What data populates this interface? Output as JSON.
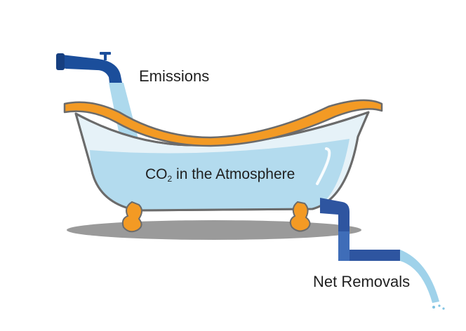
{
  "labels": {
    "emissions": "Emissions",
    "removals": "Net Removals",
    "co2_main": "CO",
    "co2_sub": "2",
    "co2_rest": " in the Atmosphere"
  },
  "icons": {
    "faucet": "faucet-icon",
    "bathtub": "bathtub-icon",
    "drain_pipe": "drain-pipe-icon"
  },
  "colors": {
    "faucet": "#1b4e9b",
    "tub_rim": "#f39a24",
    "tub_body": "#e6f2f8",
    "water": "#b3dbee",
    "tub_outline": "#6b6b6b",
    "shadow": "#9a9a9a",
    "pipe": "#2e55a0",
    "stream": "#9fd2ea"
  }
}
